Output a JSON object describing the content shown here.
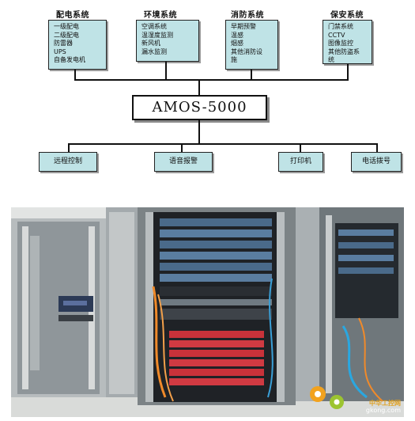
{
  "groups": [
    {
      "title": "配电系统",
      "items": [
        "一级配电",
        "二级配电",
        "防雷器",
        "UPS",
        "自备发电机"
      ]
    },
    {
      "title": "环境系统",
      "items": [
        "空调系统",
        "温湿度监测",
        "新风机",
        "漏水监测"
      ]
    },
    {
      "title": "消防系统",
      "items": [
        "早期预警",
        "温感",
        "烟感",
        "其他消防设",
        "施"
      ]
    },
    {
      "title": "保安系统",
      "items": [
        "门禁系统",
        "CCTV",
        "图像监控",
        "其他防盗系",
        "统"
      ]
    }
  ],
  "main": {
    "label": "AMOS-5000"
  },
  "outputs": [
    "远程控制",
    "语音报警",
    "打印机",
    "电话拨号"
  ],
  "watermark": {
    "name": "中华工控网",
    "url": "gkong.com"
  },
  "colors": {
    "box_fill": "#bfe3e6",
    "line": "#111111"
  }
}
